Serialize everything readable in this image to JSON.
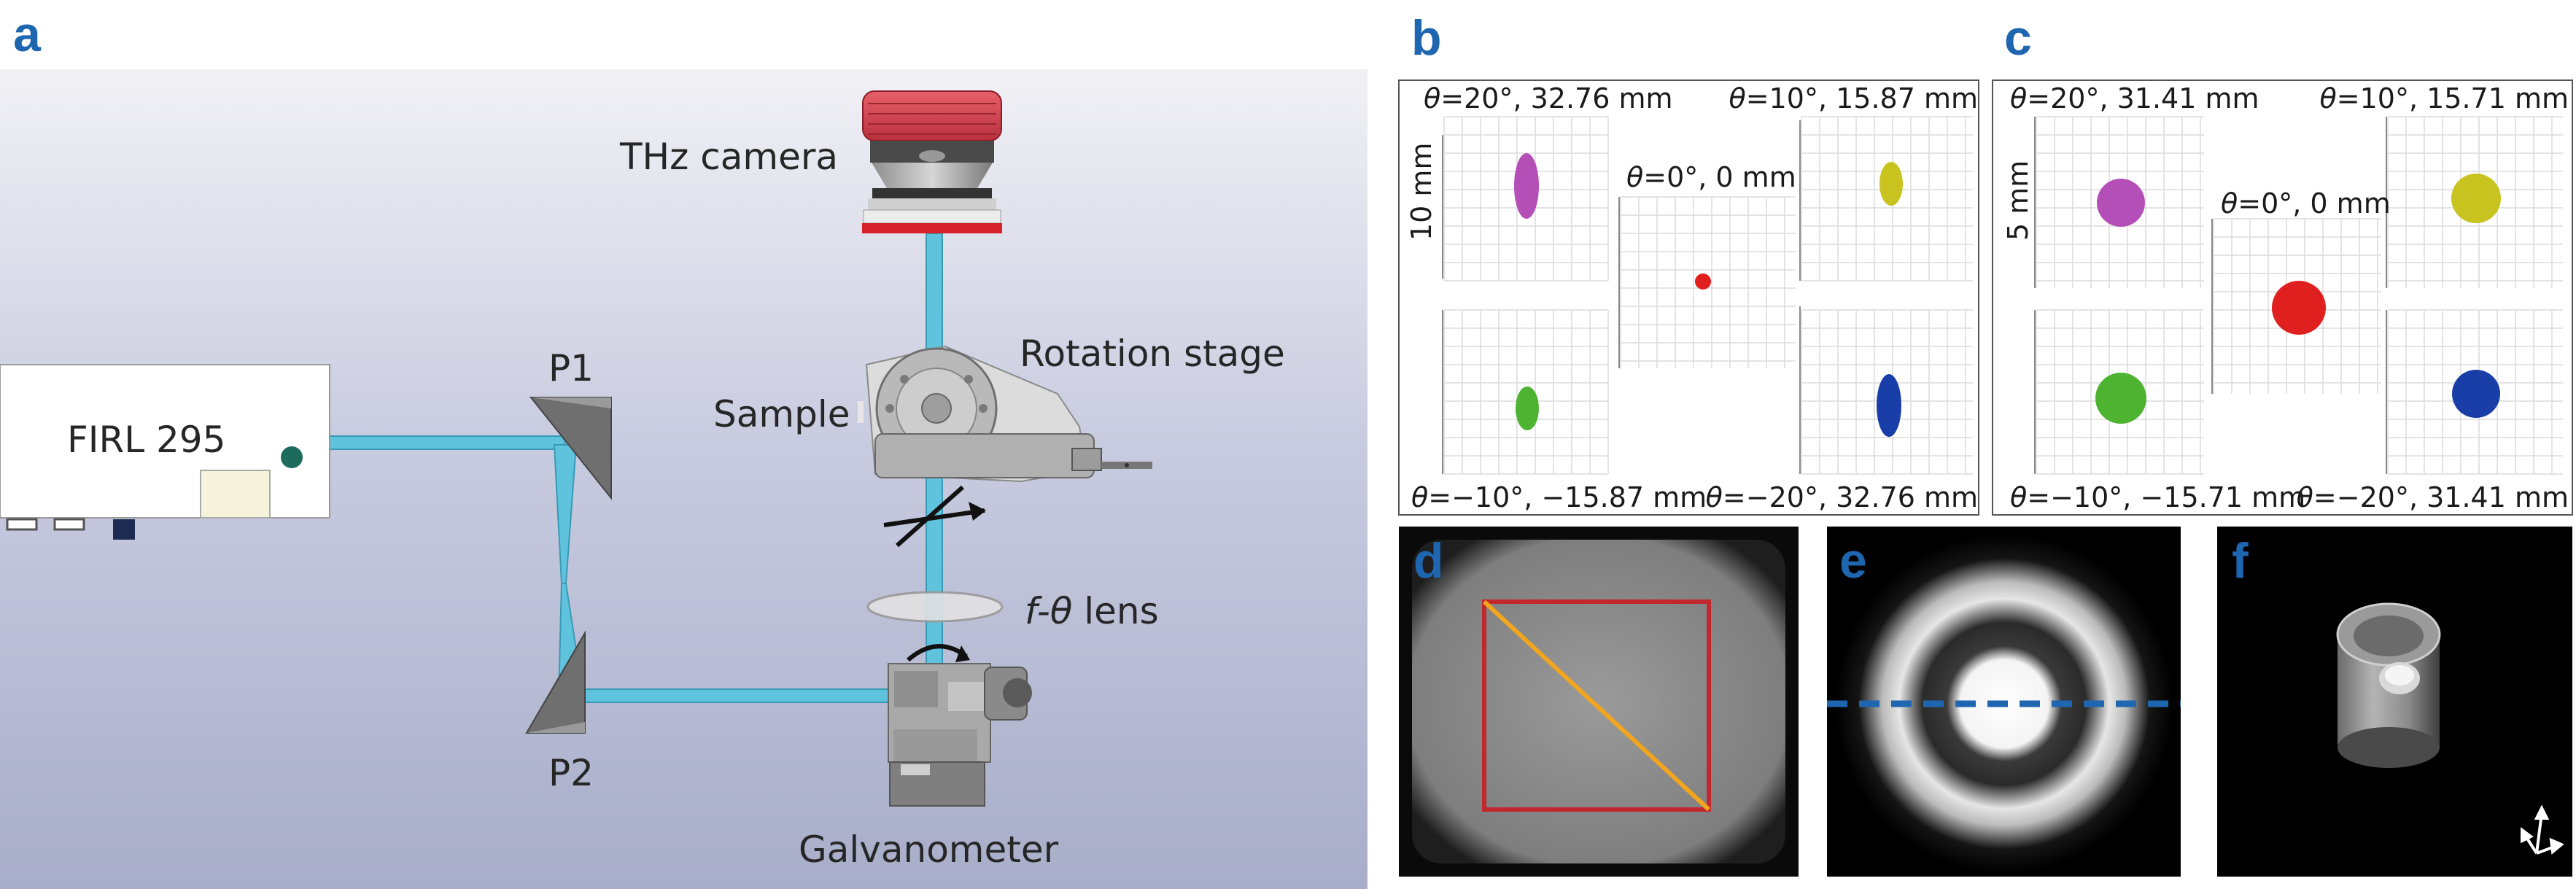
{
  "panels": {
    "a": {
      "letter": "a",
      "labels": {
        "camera": "THz camera",
        "rotation_stage": "Rotation stage",
        "sample": "Sample",
        "laser": "FIRL 295",
        "p1": "P1",
        "p2": "P2",
        "lens_italic": "f-θ",
        "lens_rest": " lens",
        "galvanometer": "Galvanometer"
      },
      "colors": {
        "beam": "#5fc3dd",
        "camera_body": "#d6404c",
        "background": "#c8cbe0"
      }
    },
    "b": {
      "letter": "b",
      "scale_label": "10 mm",
      "spots": [
        {
          "theta": "θ",
          "caption": "=20°, 32.76 mm",
          "color": "#b44fb8"
        },
        {
          "theta": "θ",
          "caption": "=10°, 15.87 mm",
          "color": "#c9c320"
        },
        {
          "theta": "θ",
          "caption": "=0°, 0 mm",
          "color": "#e0201e"
        },
        {
          "theta": "θ",
          "caption": "=−10°, −15.87 mm",
          "color": "#4db331"
        },
        {
          "theta": "θ",
          "caption": "=−20°, 32.76 mm",
          "color": "#1a3ea8"
        }
      ]
    },
    "c": {
      "letter": "c",
      "scale_label": "5 mm",
      "spots": [
        {
          "theta": "θ",
          "caption": "=20°, 31.41 mm",
          "color": "#b44fb8"
        },
        {
          "theta": "θ",
          "caption": "=10°, 15.71 mm",
          "color": "#c9c320"
        },
        {
          "theta": "θ",
          "caption": "=0°, 0 mm",
          "color": "#e0201e"
        },
        {
          "theta": "θ",
          "caption": "=−10°, −15.71 mm",
          "color": "#4db331"
        },
        {
          "theta": "θ",
          "caption": "=−20°, 31.41 mm",
          "color": "#1a3ea8"
        }
      ]
    },
    "d": {
      "letter": "d",
      "colors": {
        "box": "#c1272d",
        "diagonal": "#f2a51e"
      }
    },
    "e": {
      "letter": "e",
      "colors": {
        "dashed_line": "#1f66b0"
      }
    },
    "f": {
      "letter": "f"
    }
  }
}
